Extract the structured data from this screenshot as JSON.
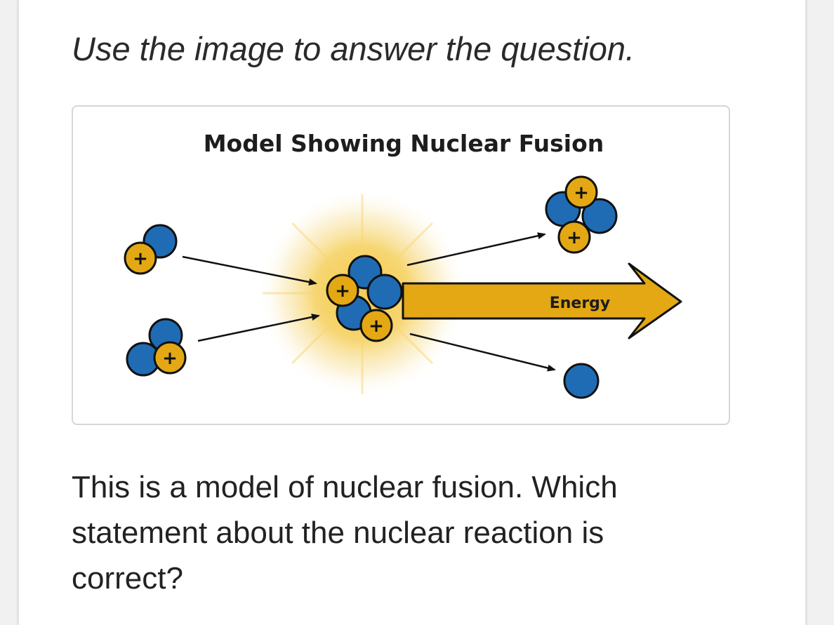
{
  "instruction": "Use the image to answer the question.",
  "figure": {
    "title": "Model Showing Nuclear Fusion",
    "energy_label": "Energy",
    "proton_symbol": "+",
    "colors": {
      "proton": "#e3a813",
      "neutron": "#1f6cb5",
      "energy_arrow": "#e3a813",
      "glow": "#f3c743",
      "outline": "#111111"
    }
  },
  "question": "This is a model of nuclear fusion. Which statement about the nuclear reaction is correct?"
}
